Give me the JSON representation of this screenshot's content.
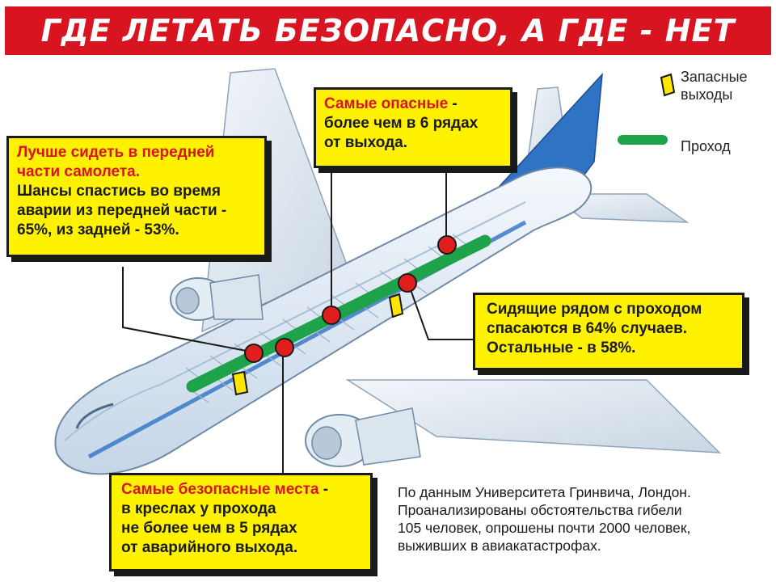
{
  "title": "ГДЕ ЛЕТАТЬ БЕЗОПАСНО, А ГДЕ - НЕТ",
  "legend": {
    "exits_line1": "Запасные",
    "exits_line2": "выходы",
    "aisle": "Проход"
  },
  "callouts": {
    "front": {
      "hl1": "Лучше сидеть в передней",
      "hl2": "части самолета.",
      "line3": "Шансы спастись во время",
      "line4": "аварии из передней части -",
      "line5": "65%, из задней - 53%."
    },
    "danger": {
      "hl1": "Самые опасные",
      "line1_tail": " -",
      "line2": "более чем в 6 рядах",
      "line3": "от выхода."
    },
    "aisle": {
      "line1": "Сидящие рядом с проходом",
      "line2": "спасаются в 64% случаев.",
      "line3": "Остальные - в 58%."
    },
    "safe": {
      "hl1": "Самые безопасные места",
      "line1_tail": " -",
      "line2": "в креслах у прохода",
      "line3": "не более чем в 5 рядах",
      "line4": "от аварийного выхода."
    }
  },
  "source": {
    "line1": "По данным Университета Гринвича, Лондон.",
    "line2": "Проанализированы обстоятельства гибели",
    "line3": "105 человек, опрошены почти 2000 человек,",
    "line4": "выживших в авиакатастрофах."
  },
  "colors": {
    "title_bg": "#d7141f",
    "callout_bg": "#fff200",
    "highlight": "#d7141f",
    "aisle_green": "#1fa34a",
    "exit_yellow": "#ffe600",
    "marker_red": "#e01e1e",
    "fuselage": "#e9f2fa",
    "tail_blue": "#2f73c4"
  }
}
